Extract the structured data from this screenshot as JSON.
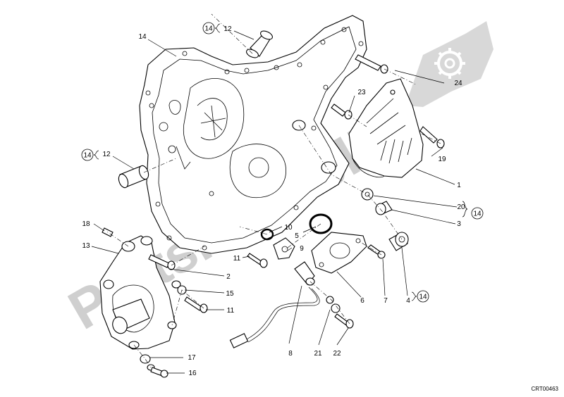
{
  "watermark": {
    "text": "PartsRepublik"
  },
  "drawing_code": "CRT00463",
  "callouts": [
    {
      "id": "c14a",
      "text": "14"
    },
    {
      "id": "c12a",
      "text": "12"
    },
    {
      "id": "c14b",
      "text": "14"
    },
    {
      "id": "c12b",
      "text": "12"
    },
    {
      "id": "c14c",
      "text": "14"
    },
    {
      "id": "c24",
      "text": "24"
    },
    {
      "id": "c23",
      "text": "23"
    },
    {
      "id": "c19",
      "text": "19"
    },
    {
      "id": "c1",
      "text": "1"
    },
    {
      "id": "c20",
      "text": "20"
    },
    {
      "id": "c3",
      "text": "3"
    },
    {
      "id": "c18",
      "text": "18"
    },
    {
      "id": "c13",
      "text": "13"
    },
    {
      "id": "c10",
      "text": "10"
    },
    {
      "id": "c5",
      "text": "5"
    },
    {
      "id": "c9",
      "text": "9"
    },
    {
      "id": "c11a",
      "text": "11"
    },
    {
      "id": "c2",
      "text": "2"
    },
    {
      "id": "c15",
      "text": "15"
    },
    {
      "id": "c11b",
      "text": "11"
    },
    {
      "id": "c6",
      "text": "6"
    },
    {
      "id": "c7",
      "text": "7"
    },
    {
      "id": "c4",
      "text": "4"
    },
    {
      "id": "c8",
      "text": "8"
    },
    {
      "id": "c21",
      "text": "21"
    },
    {
      "id": "c22",
      "text": "22"
    },
    {
      "id": "c17",
      "text": "17"
    },
    {
      "id": "c16",
      "text": "16"
    }
  ],
  "circled_refs": [
    {
      "id": "r1",
      "text": "14"
    },
    {
      "id": "r2",
      "text": "14"
    },
    {
      "id": "r3",
      "text": "14"
    },
    {
      "id": "r4",
      "text": "14"
    }
  ]
}
